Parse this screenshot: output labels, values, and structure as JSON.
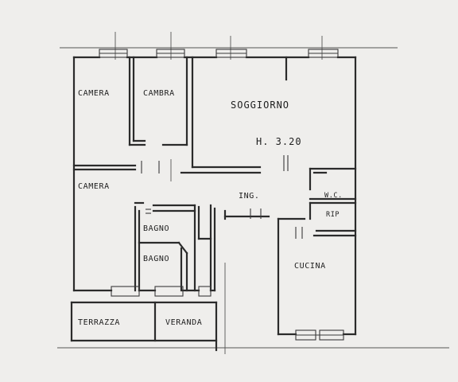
{
  "plan": {
    "rooms": {
      "camera_top": "CAMERA",
      "cambra": "CAMBRA",
      "soggiorno": "SOGGIORNO",
      "height": "H. 3.20",
      "camera_left": "CAMERA",
      "ingresso": "ING.",
      "wc": "W.C.",
      "rip": "RIP",
      "bagno_1": "BAGNO",
      "bagno_2": "BAGNO",
      "cucina": "CUCINA",
      "terrazza": "TERRAZZA",
      "veranda": "VERANDA"
    },
    "colors": {
      "paper": "#efeeec",
      "ink": "#2b2b2b"
    }
  }
}
